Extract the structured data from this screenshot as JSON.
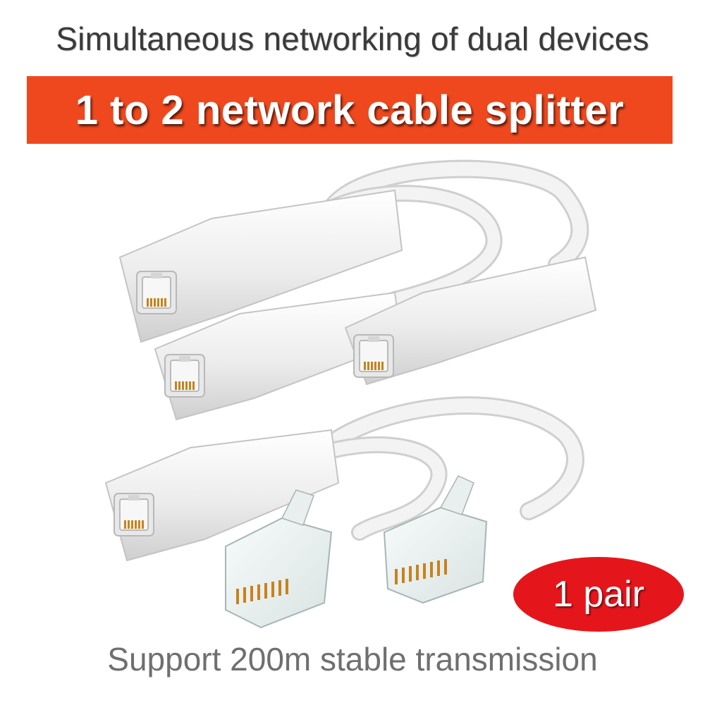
{
  "headline": "Simultaneous networking of dual devices",
  "banner": {
    "text": "1 to 2 network cable splitter",
    "color": "#f0481e"
  },
  "badge": {
    "text": "1 pair",
    "color": "#e5161b"
  },
  "footline": "Support 200m stable transmission",
  "product_image": {
    "description_icon": "ethernet-splitter-icon",
    "cable_color": "#f1f1f1",
    "contact_color": "#c8821c"
  }
}
